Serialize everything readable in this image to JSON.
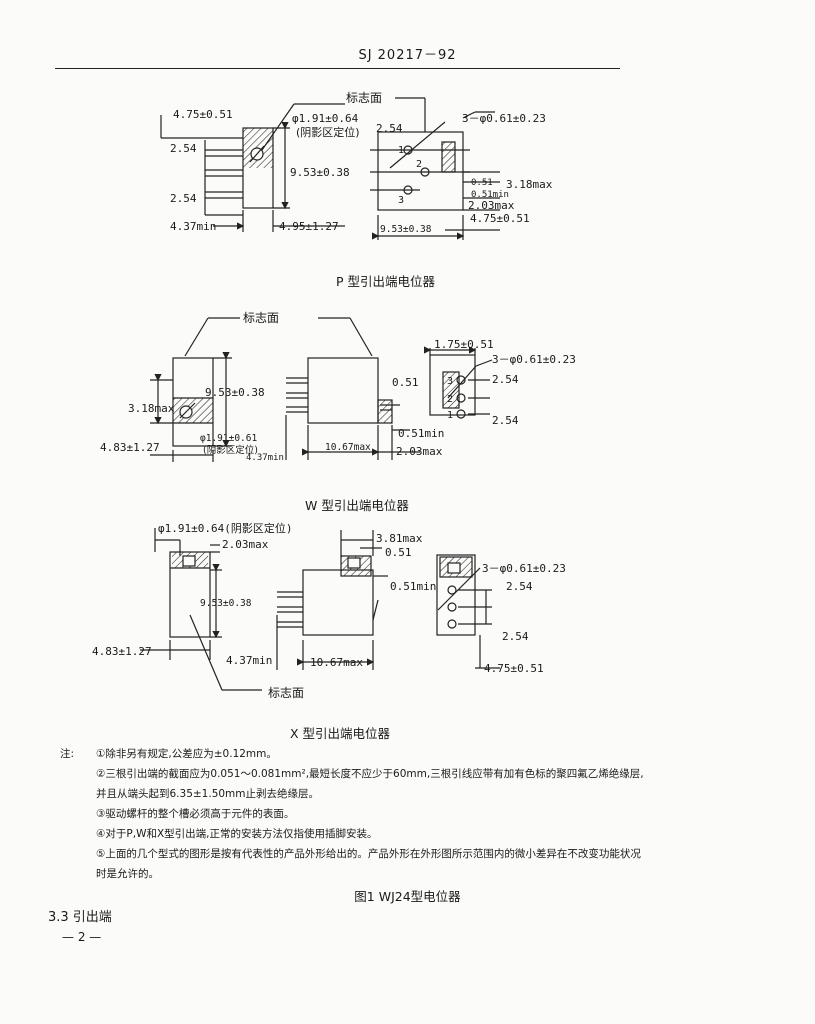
{
  "header": {
    "standard_code": "SJ 20217－92"
  },
  "figure_p": {
    "caption": "P 型引出端电位器",
    "dims": [
      "4.75±0.51",
      "φ1.91±0.64",
      "(阴影区定位)",
      "2.54",
      "9.53±0.38",
      "2.54",
      "4.37min",
      "4.95±1.27",
      "标志面",
      "3－φ0.61±0.23",
      "2.54",
      "0.51",
      "3.18max",
      "0.51min",
      "2.03max",
      "4.75±0.51",
      "9.53±0.38"
    ],
    "pin_numbers": [
      "1",
      "2",
      "3"
    ]
  },
  "figure_w": {
    "caption": "W 型引出端电位器",
    "dims": [
      "标志面",
      "9.53±0.38",
      "3.18max",
      "φ1.91±0.61",
      "(阴影区定位)",
      "4.83±1.27",
      "4.37min",
      "10.67max",
      "0.51",
      "0.51min",
      "2.03max",
      "1.75±0.51",
      "3－φ0.61±0.23",
      "2.54",
      "2.54"
    ],
    "pin_numbers": [
      "3",
      "2",
      "1"
    ]
  },
  "figure_x": {
    "caption": "X 型引出端电位器",
    "dims": [
      "φ1.91±0.64(阴影区定位)",
      "2.03max",
      "9.53±0.38",
      "4.83±1.27",
      "3.81max",
      "0.51",
      "0.51min",
      "4.37min",
      "10.67max",
      "标志面",
      "3－φ0.61±0.23",
      "2.54",
      "2.54",
      "4.75±0.51"
    ]
  },
  "notes": {
    "prefix": "注:",
    "items": [
      "①除非另有规定,公差应为±0.12mm。",
      "②三根引出端的截面应为0.051～0.081mm²,最短长度不应少于60mm,三根引线应带有加有色标的聚四氟乙烯绝缘层,并且从端头起到6.35±1.50mm止剥去绝缘层。",
      "③驱动螺杆的整个槽必须高于元件的表面。",
      "④对于P,W和X型引出端,正常的安装方法仅指使用插脚安装。",
      "⑤上面的几个型式的图形是按有代表性的产品外形给出的。产品外形在外形图所示范围内的微小差异在不改变功能状况时是允许的。"
    ]
  },
  "figure_caption": "图1  WJ24型电位器",
  "section": "3.3  引出端",
  "page_number": "— 2 —"
}
